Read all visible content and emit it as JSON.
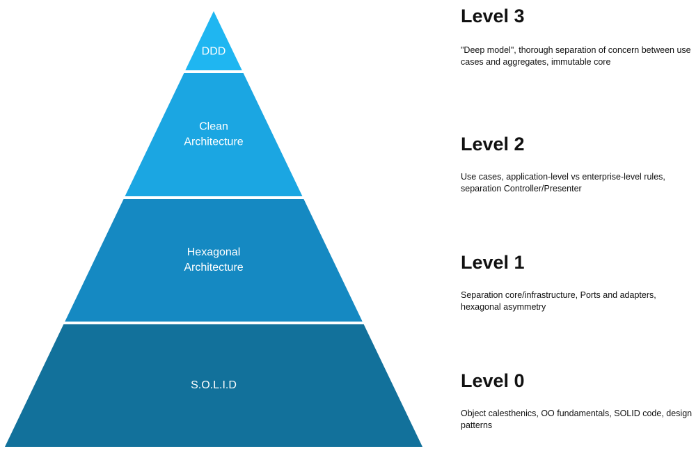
{
  "pyramid": {
    "tiers": [
      {
        "label_lines": [
          "DDD"
        ],
        "color": "#1fb6f1"
      },
      {
        "label_lines": [
          "Clean",
          "Architecture"
        ],
        "color": "#1ba6e2"
      },
      {
        "label_lines": [
          "Hexagonal",
          "Architecture"
        ],
        "color": "#1589c2"
      },
      {
        "label_lines": [
          "S.O.L.I.D"
        ],
        "color": "#12719b"
      }
    ]
  },
  "levels": [
    {
      "title": "Level 3",
      "description": "\"Deep model\", thorough separation of concern between use cases and aggregates, immutable core"
    },
    {
      "title": "Level 2",
      "description": "Use cases, application-level vs enterprise-level rules, separation Controller/Presenter"
    },
    {
      "title": "Level 1",
      "description": "Separation core/infrastructure, Ports and adapters, hexagonal asymmetry"
    },
    {
      "title": "Level 0",
      "description": "Object calesthenics, OO fundamentals, SOLID code, design patterns"
    }
  ]
}
